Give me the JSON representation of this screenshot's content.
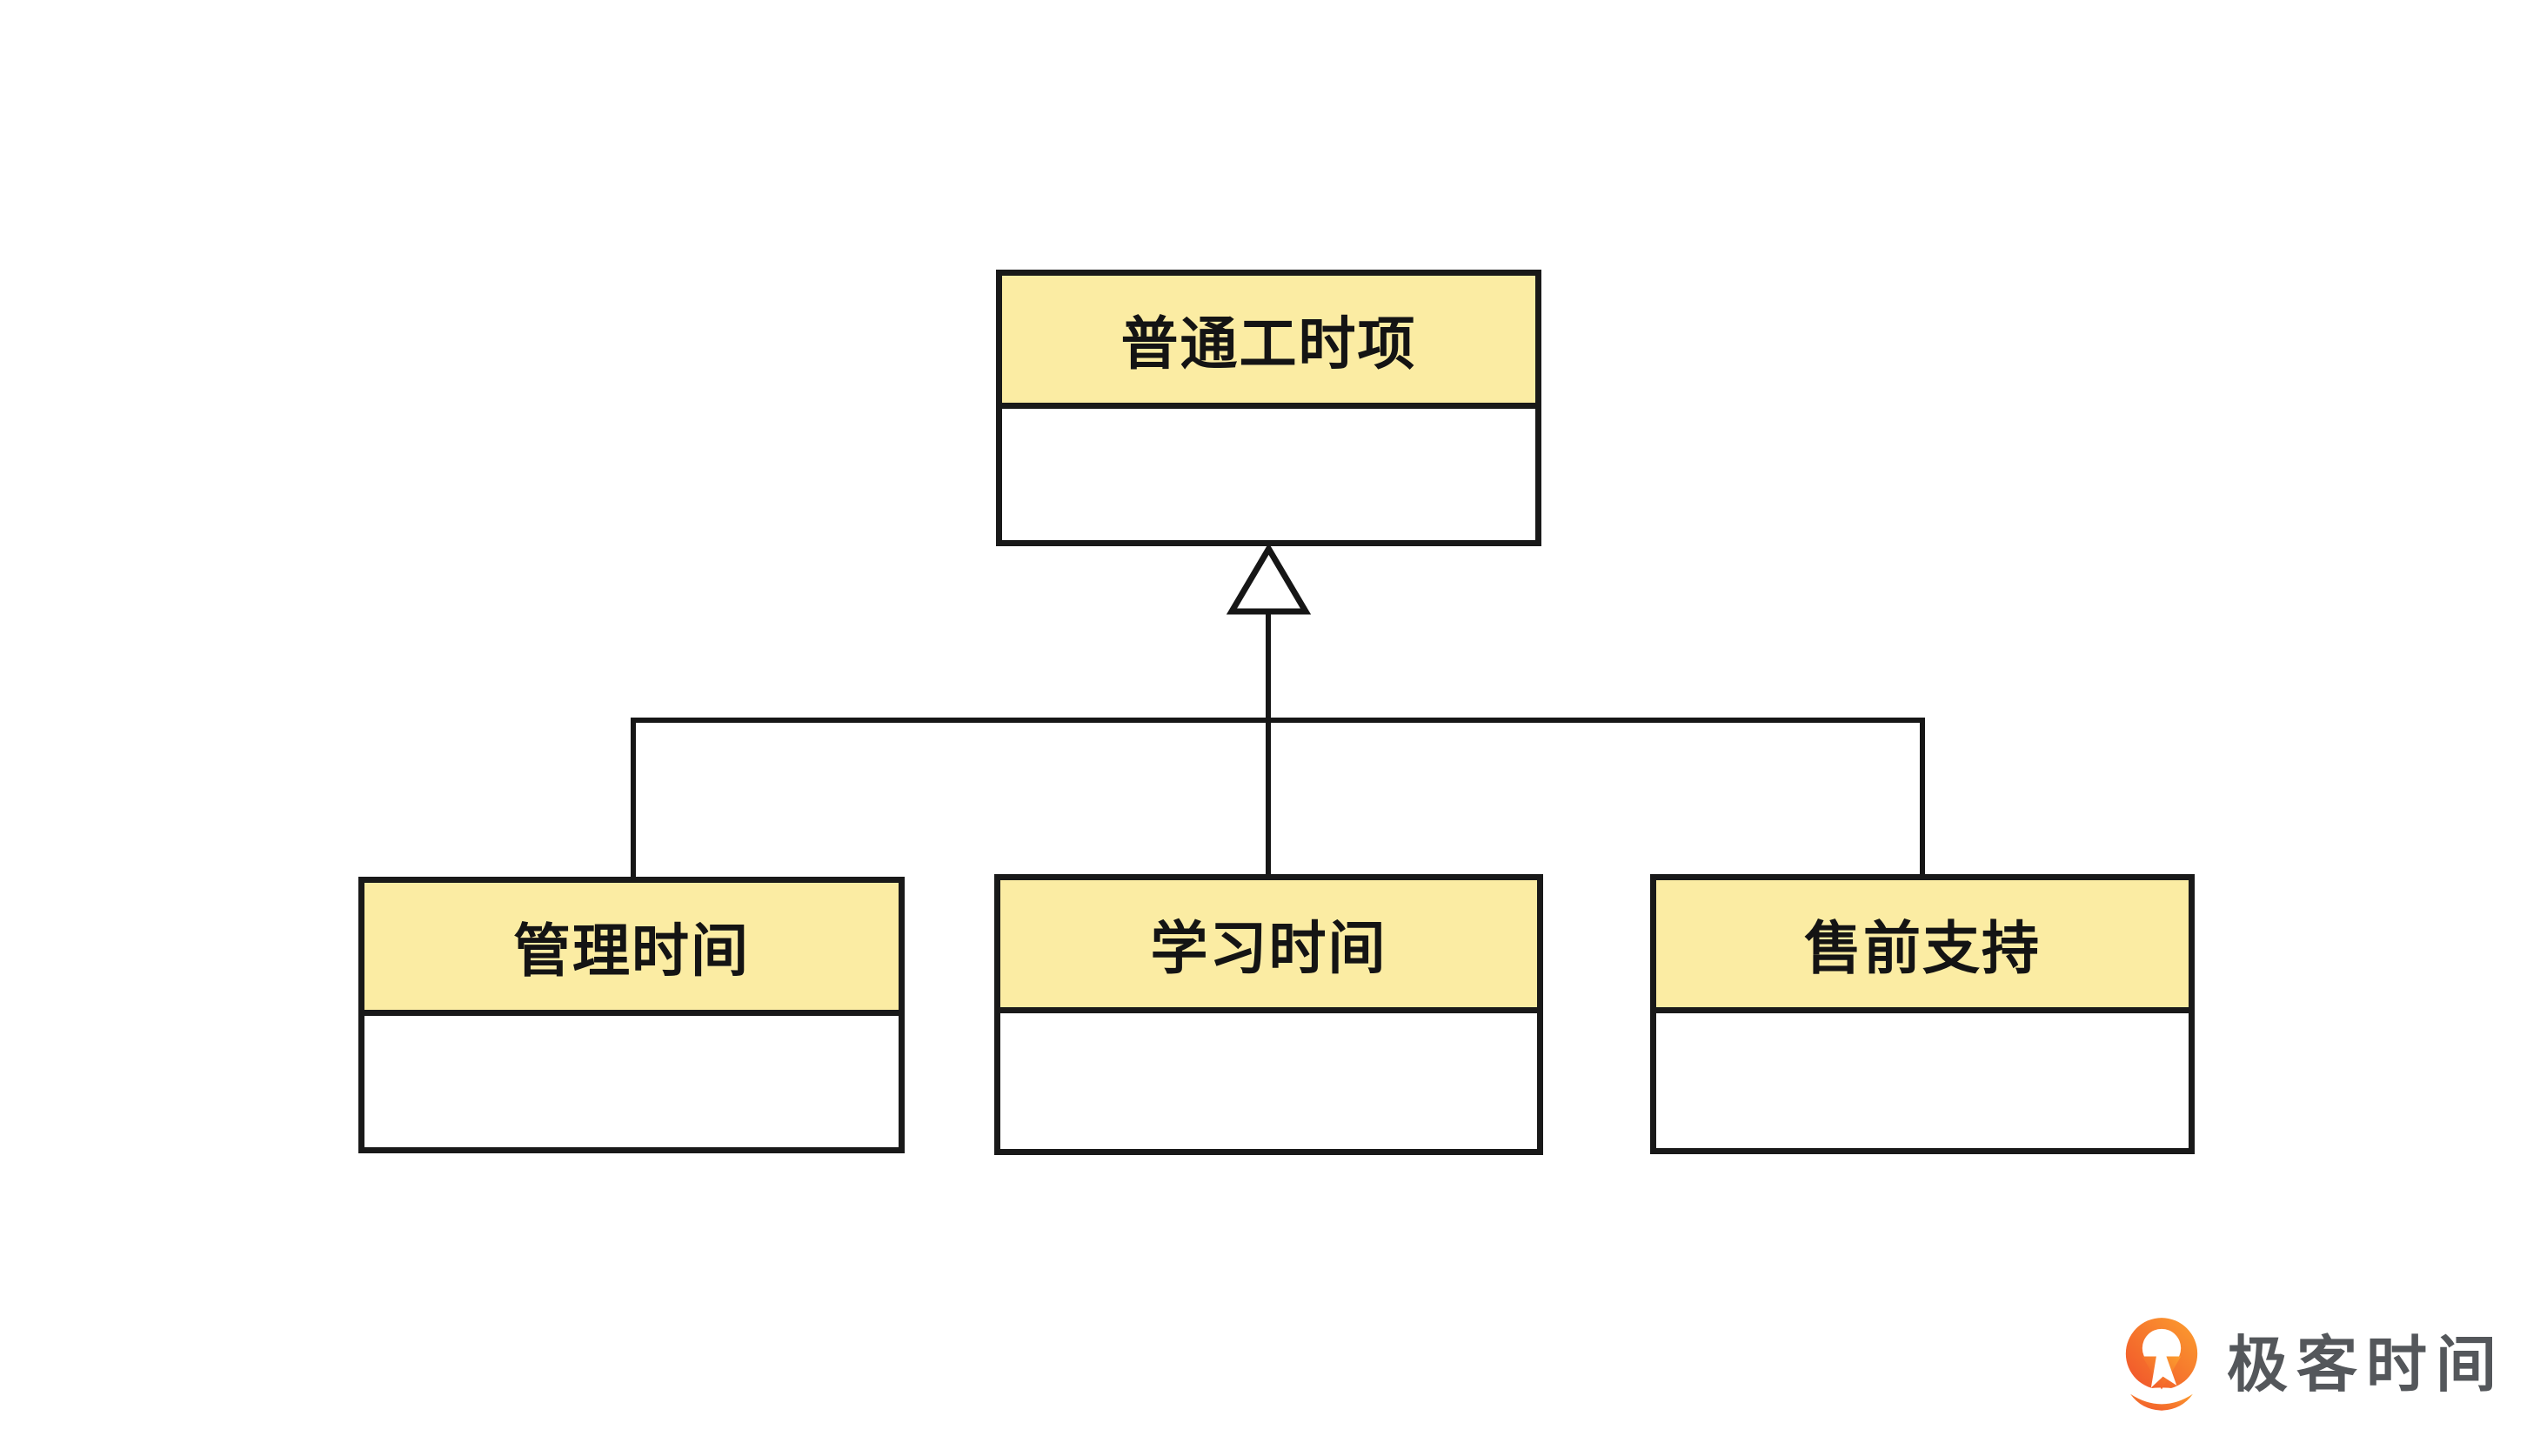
{
  "diagram": {
    "parent_class": {
      "title": "普通工时项"
    },
    "child_classes": [
      {
        "title": "管理时间"
      },
      {
        "title": "学习时间"
      },
      {
        "title": "售前支持"
      }
    ]
  },
  "branding": {
    "logo_text": "极客时间"
  },
  "colors": {
    "class_header_fill": "#FBECA3",
    "stroke": "#191919",
    "logo_orange_dark": "#F0512B",
    "logo_orange_light": "#FC9F2F",
    "logo_text_color": "#54575B",
    "background": "#FFFFFF"
  }
}
